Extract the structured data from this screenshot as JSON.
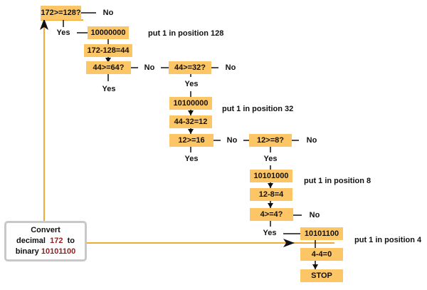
{
  "start": {
    "line1": "Convert",
    "line2_prefix": "decimal",
    "decimal": "172",
    "line2_suffix": "to",
    "line3_prefix": "binary",
    "binary": "10101100"
  },
  "steps": {
    "q1": "172>=128?",
    "q1_no": "No",
    "q1_yes": "Yes",
    "r1": "10000000",
    "s1": "172-128=44",
    "note1": "put 1 in position 128",
    "q2": "44>=64?",
    "q2_no": "No",
    "q2_yes": "Yes",
    "q3": "44>=32?",
    "q3_no": "No",
    "q3_yes": "Yes",
    "r3": "10100000",
    "s3": "44-32=12",
    "note3": "put 1 in position 32",
    "q4": "12>=16",
    "q4_no": "No",
    "q4_yes": "Yes",
    "q5": "12>=8?",
    "q5_no": "No",
    "q5_yes": "Yes",
    "r5": "10101000",
    "s5": "12-8=4",
    "note5": "put 1 in position 8",
    "q6": "4>=4?",
    "q6_no": "No",
    "q6_yes": "Yes",
    "r6": "10101100",
    "s6": "4-4=0",
    "note6": "put 1 in position 4",
    "stop": "STOP"
  },
  "colors": {
    "box": "#fcc667",
    "no_diamond": "#4f8fcd",
    "yes_diamond": "#8c8a5f",
    "flow_line": "#f2a93b",
    "highlight_text": "#9b1b1b"
  }
}
